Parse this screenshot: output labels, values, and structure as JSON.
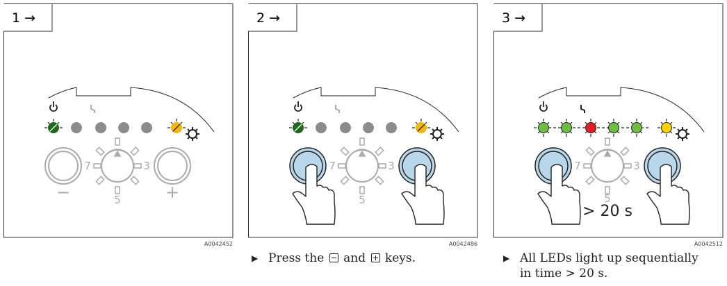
{
  "panels": [
    {
      "step_label": "1 →",
      "code": "A0042452",
      "leds": [
        "dark-green",
        "gray",
        "gray",
        "gray",
        "gray",
        "dark-yellow"
      ],
      "pressed": false,
      "dial_numbers": [
        "7",
        "3",
        "5"
      ],
      "key_signs": [
        "−",
        "+"
      ]
    },
    {
      "step_label": "2 →",
      "code": "A0042486",
      "leds": [
        "dark-green",
        "gray",
        "gray",
        "gray",
        "gray",
        "dark-yellow"
      ],
      "pressed": true,
      "dial_numbers": [
        "7",
        "3",
        "5"
      ]
    },
    {
      "step_label": "3 →",
      "code": "A0042512",
      "leds": [
        "green",
        "green",
        "red",
        "green",
        "green",
        "yellow"
      ],
      "pressed": true,
      "dial_numbers": [
        "7",
        "3",
        "5"
      ],
      "time_label": "> 20 s"
    }
  ],
  "captions": {
    "step2": {
      "before": "Press the",
      "minus_key": "minus-key-icon",
      "middle": "and",
      "plus_key": "plus-key-icon",
      "after": "keys."
    },
    "step3": {
      "line1": "All LEDs light up sequentially",
      "line2": "in time > 20 s."
    }
  },
  "colors": {
    "green": "#6ebe44",
    "dark_green": "#1f6b1d",
    "red": "#e31e24",
    "yellow": "#ffd200",
    "dark_yellow": "#f2b705",
    "gray": "#8c8c8c",
    "key_blue": "#b9d7ea"
  }
}
